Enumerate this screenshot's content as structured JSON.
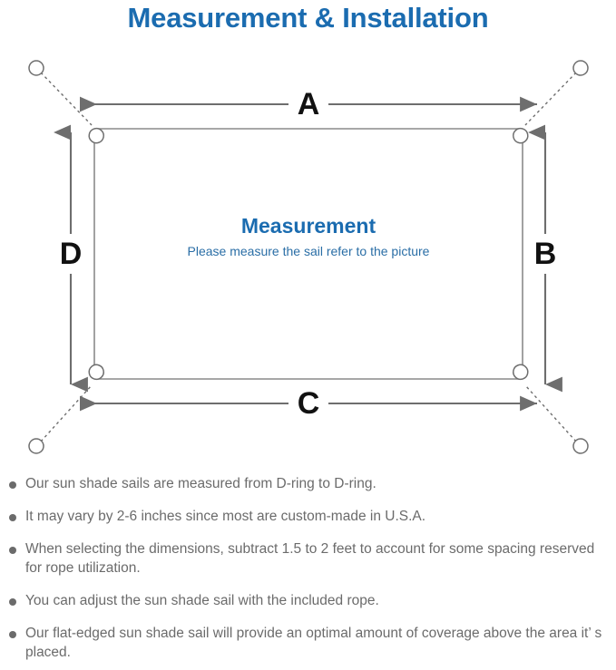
{
  "title": "Measurement & Installation",
  "diagram": {
    "caption_title": "Measurement",
    "caption_subtitle": "Please measure the sail refer to the picture",
    "dimension_labels": {
      "top": "A",
      "right": "B",
      "bottom": "C",
      "left": "D"
    },
    "colors": {
      "title_blue": "#1b6cb0",
      "caption_blue": "#2a6ea6",
      "line_gray": "#6e6e6e",
      "sail_outline": "#8a8a8a",
      "label_black": "#111111",
      "text_gray": "#6b6b6b"
    },
    "elements": {
      "sail_rect": "sun-shade-sail rectangle",
      "corner_rings": "D-ring",
      "anchor_points": "rope anchor circles",
      "rope_lines": "dotted rope lines",
      "dimension_arrows": "double-headed dimension arrows"
    }
  },
  "notes": [
    "Our sun shade sails are measured from D-ring to D-ring.",
    "It may vary by 2-6 inches since most are custom-made in U.S.A.",
    "When selecting the dimensions, subtract 1.5 to 2 feet to account for some spacing reserved for rope utilization.",
    "You can adjust the sun shade sail with the included rope.",
    "Our flat-edged sun shade sail will provide an optimal amount of coverage above the area it’ s placed."
  ]
}
